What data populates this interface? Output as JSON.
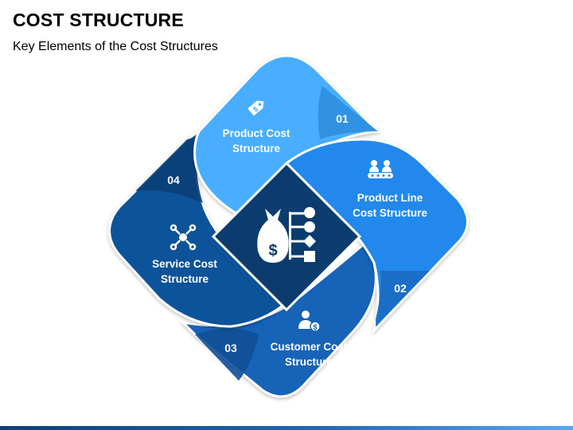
{
  "header": {
    "title": "COST STRUCTURE",
    "subtitle": "Key Elements of the Cost Structures"
  },
  "segments": [
    {
      "number": "01",
      "label_line1": "Product Cost",
      "label_line2": "Structure",
      "icon": "price-tag-icon",
      "color": "#4aaeff",
      "tab_color": "#2f8fe0"
    },
    {
      "number": "02",
      "label_line1": "Product Line",
      "label_line2": "Cost Structure",
      "icon": "production-line-icon",
      "color": "#2488ec",
      "tab_color": "#1a6cc2"
    },
    {
      "number": "03",
      "label_line1": "Customer Cost",
      "label_line2": "Structure",
      "icon": "customer-dollar-icon",
      "color": "#1664b8",
      "tab_color": "#0f4f96"
    },
    {
      "number": "04",
      "label_line1": "Service Cost",
      "label_line2": "Structure",
      "icon": "service-gear-icon",
      "color": "#0f5299",
      "tab_color": "#0b3f78"
    }
  ],
  "center": {
    "icon": "money-bag-flow-icon",
    "color": "#0c3c6e"
  }
}
